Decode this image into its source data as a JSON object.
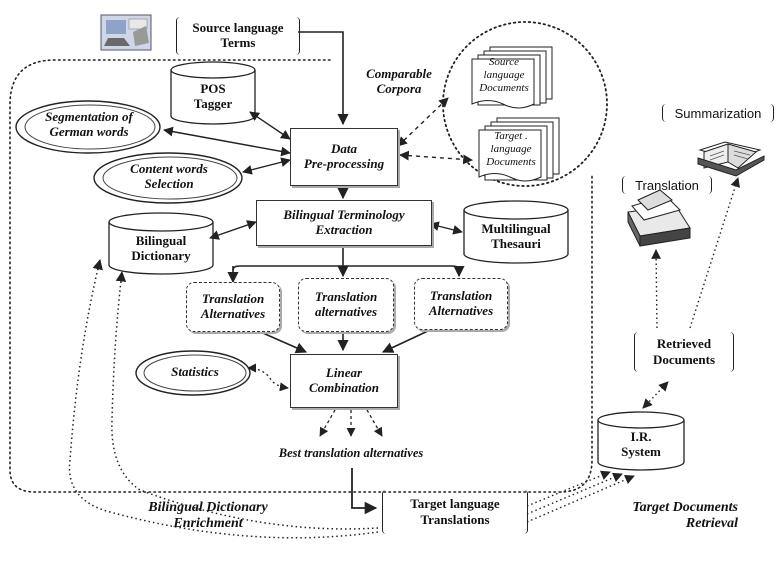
{
  "nodes": {
    "source_terms": "Source language\nTerms",
    "pos_tagger": "POS\nTagger",
    "segmentation": "Segmentation of\nGerman words",
    "content_words": "Content words\nSelection",
    "data_preprocessing": "Data\nPre-processing",
    "comparable_corpora": "Comparable\nCorpora",
    "source_docs": "Source\nlanguage\nDocuments",
    "target_docs": "Target .\nlanguage\nDocuments",
    "bilingual_terminology": "Bilingual Terminology\nExtraction",
    "bilingual_dictionary": "Bilingual\nDictionary",
    "multilingual_thesauri": "Multilingual\nThesauri",
    "translation_alt_1": "Translation\nAlternatives",
    "translation_alt_2": "Translation\nalternatives",
    "translation_alt_3": "Translation\nAlternatives",
    "statistics": "Statistics",
    "linear_combination": "Linear\nCombination",
    "best_translation": "Best translation alternatives",
    "target_translations": "Target language\nTranslations",
    "bilingual_enrichment": "Bilingual Dictionary\nEnrichment",
    "target_docs_retrieval": "Target Documents\nRetrieval",
    "ir_system": "I.R.\nSystem",
    "retrieved_documents": "Retrieved\nDocuments",
    "translation": "Translation",
    "summarization": "Summarization"
  },
  "icons": [
    "computer-clipart-icon",
    "books-translation-icon",
    "open-book-summarization-icon"
  ]
}
